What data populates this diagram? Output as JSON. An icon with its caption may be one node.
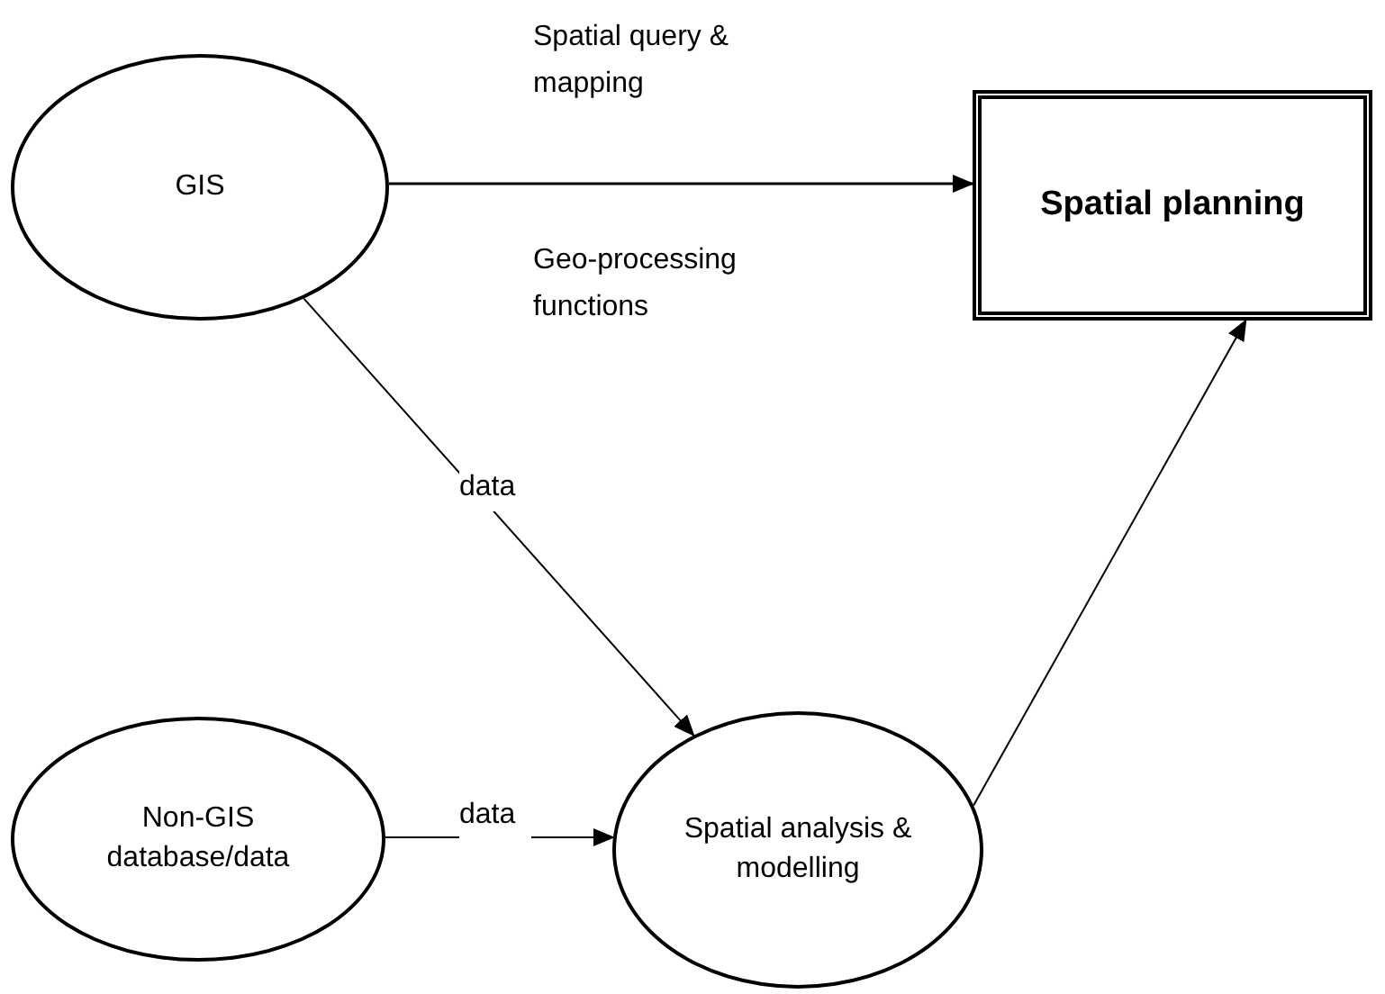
{
  "diagram": {
    "nodes": [
      {
        "text": [
          "GIS"
        ]
      },
      {
        "text": [
          "Spatial planning"
        ]
      },
      {
        "text": [
          "Non-GIS database/data"
        ]
      },
      {
        "text": [
          "Spatial analysis & modelling"
        ]
      }
    ],
    "edges": [
      {
        "from": 0,
        "to": 1,
        "arrow": "to",
        "label": "Spatial query & mapping"
      },
      {
        "from": 0,
        "to": 3,
        "arrow": "to",
        "label": "data"
      },
      {
        "from": 2,
        "to": 3,
        "arrow": "to",
        "label": "data"
      },
      {
        "from": 3,
        "to": 1,
        "arrow": "to"
      }
    ],
    "labels": [
      "Geo-processing functions"
    ]
  }
}
